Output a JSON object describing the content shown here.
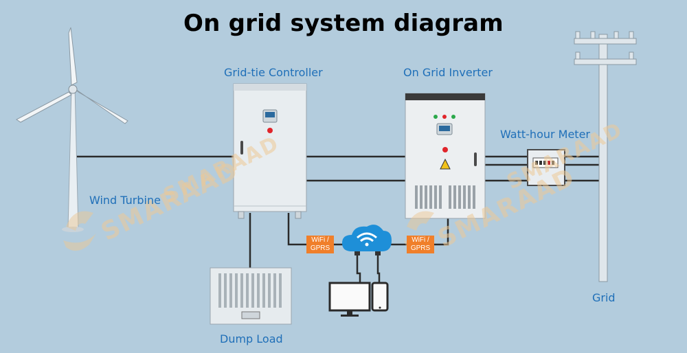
{
  "title": "On grid system diagram",
  "labels": {
    "controller": "Grid-tie Controller",
    "inverter": "On Grid Inverter",
    "meter": "Watt-hour Meter",
    "turbine": "Wind Turbine",
    "dump_load": "Dump Load",
    "grid": "Grid"
  },
  "tags": {
    "wifi_left_line1": "WiFi /",
    "wifi_left_line2": "GPRS",
    "wifi_right_line1": "WiFi /",
    "wifi_right_line2": "GPRS"
  },
  "watermark": "SMARAAD",
  "colors": {
    "background": "#b3ccdd",
    "label": "#1f6fb8",
    "tag": "#f07f2a",
    "line": "#2a2a2a",
    "cloud": "#1e8fd8"
  }
}
